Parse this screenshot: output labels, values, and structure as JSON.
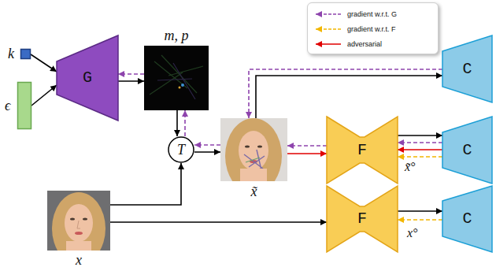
{
  "diagram": {
    "nodes": [
      {
        "text": [
          "k"
        ]
      },
      {
        "text": [
          "ϵ"
        ]
      },
      {
        "text": [
          "G"
        ]
      },
      {
        "text": [
          "m, p"
        ]
      },
      {
        "text": [
          "C"
        ]
      },
      {
        "text": [
          "T"
        ]
      },
      {
        "text": [
          "x̃"
        ]
      },
      {
        "text": [
          "F"
        ]
      },
      {
        "text": [
          "C"
        ]
      },
      {
        "text": [
          "x"
        ]
      },
      {
        "text": [
          "F"
        ]
      },
      {
        "text": [
          "C"
        ]
      }
    ],
    "edges": [
      {
        "from": 0,
        "to": 2,
        "arrow": "to"
      },
      {
        "from": 1,
        "to": 2,
        "arrow": "to"
      },
      {
        "from": 2,
        "to": 3,
        "arrow": "to"
      },
      {
        "from": 3,
        "to": 2,
        "arrow": "to"
      },
      {
        "from": 3,
        "to": 5,
        "arrow": "to"
      },
      {
        "from": 5,
        "to": 3,
        "arrow": "to"
      },
      {
        "from": 9,
        "to": 5,
        "arrow": "to"
      },
      {
        "from": 5,
        "to": 6,
        "arrow": "to"
      },
      {
        "from": 6,
        "to": 5,
        "arrow": "to"
      },
      {
        "from": 6,
        "to": 4,
        "arrow": "to"
      },
      {
        "from": 4,
        "to": 6,
        "arrow": "to"
      },
      {
        "from": 6,
        "to": 7,
        "arrow": "to"
      },
      {
        "from": 7,
        "to": 6,
        "arrow": "to"
      },
      {
        "from": 7,
        "to": 8,
        "arrow": "to"
      },
      {
        "from": 8,
        "to": 7,
        "arrow": "to"
      },
      {
        "from": 8,
        "to": 7,
        "arrow": "to"
      },
      {
        "from": 8,
        "to": 7,
        "arrow": "to"
      },
      {
        "from": 9,
        "to": 10,
        "arrow": "to"
      },
      {
        "from": 10,
        "to": 11,
        "arrow": "to"
      },
      {
        "from": 11,
        "to": 10,
        "arrow": "to"
      }
    ],
    "labels": [
      "x̃°",
      "x°"
    ],
    "legend": [
      {
        "text": "gradient w.r.t. G"
      },
      {
        "text": "gradient w.r.t. F"
      },
      {
        "text": "adversarial"
      }
    ]
  }
}
